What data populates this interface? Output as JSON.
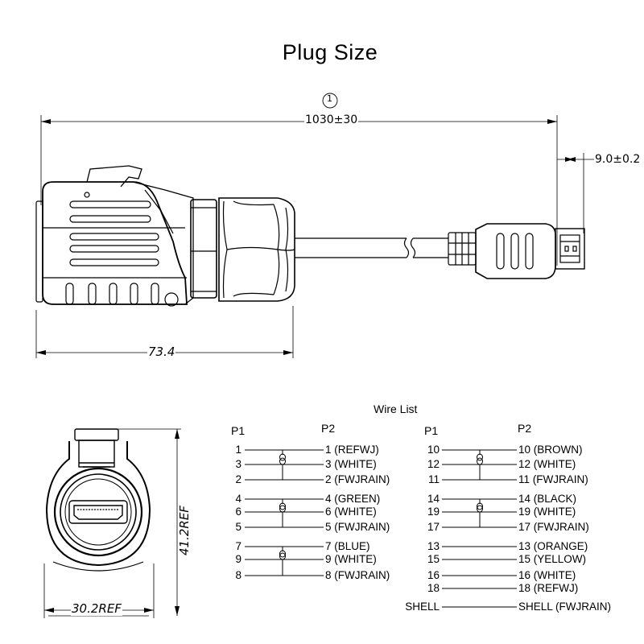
{
  "title": "Plug  Size",
  "dimensions": {
    "note_marker": "1",
    "cable_length": "1030±30",
    "tip_width": "9.0±0.2",
    "body_length": "73.4",
    "front_height": "41.2REF",
    "front_width": "30.2REF"
  },
  "wire_list": {
    "title": "Wire List",
    "header_p1": "P1",
    "header_p2": "P2",
    "left": [
      {
        "p1": "1",
        "p2": "1 (REFWJ)"
      },
      {
        "p1": "3",
        "p2": "3 (WHITE)"
      },
      {
        "p1": "2",
        "p2": "2 (FWJRAIN)"
      },
      {
        "p1": "4",
        "p2": "4 (GREEN)"
      },
      {
        "p1": "6",
        "p2": "6 (WHITE)"
      },
      {
        "p1": "5",
        "p2": "5 (FWJRAIN)"
      },
      {
        "p1": "7",
        "p2": "7 (BLUE)"
      },
      {
        "p1": "9",
        "p2": "9 (WHITE)"
      },
      {
        "p1": "8",
        "p2": "8 (FWJRAIN)"
      }
    ],
    "right": [
      {
        "p1": "10",
        "p2": "10 (BROWN)"
      },
      {
        "p1": "12",
        "p2": "12 (WHITE)"
      },
      {
        "p1": "11",
        "p2": "11 (FWJRAIN)"
      },
      {
        "p1": "14",
        "p2": "14 (BLACK)"
      },
      {
        "p1": "19",
        "p2": "19 (WHITE)"
      },
      {
        "p1": "17",
        "p2": "17 (FWJRAIN)"
      },
      {
        "p1": "13",
        "p2": "13 (ORANGE)"
      },
      {
        "p1": "15",
        "p2": "15 (YELLOW)"
      },
      {
        "p1": "16",
        "p2": "16 (WHITE)"
      },
      {
        "p1": "18",
        "p2": "18 (REFWJ)"
      },
      {
        "p1": "SHELL",
        "p2": "SHELL (FWJRAIN)"
      }
    ]
  }
}
